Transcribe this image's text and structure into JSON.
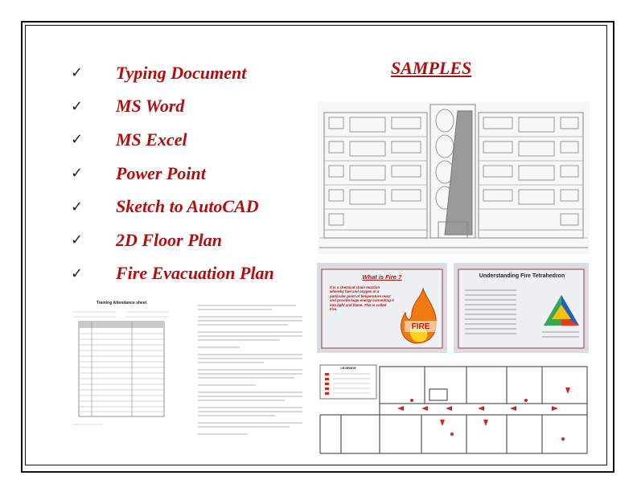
{
  "services": [
    {
      "label": "Typing Document"
    },
    {
      "label": "MS Word"
    },
    {
      "label": "MS Excel"
    },
    {
      "label": "Power Point"
    },
    {
      "label": "Sketch to AutoCAD"
    },
    {
      "label": "2D Floor Plan"
    },
    {
      "label": "Fire Evacuation Plan"
    }
  ],
  "check_glyph": "✓",
  "samples_title": "SAMPLES",
  "fire_card": {
    "title": "What is Fire ?",
    "text": "It is a chemical chain reaction whereby fuel and oxygen at a particular point of temperature react and provide huge energy converting it into light and flame. This is called Fire.",
    "badge": "FIRE"
  },
  "tetra_card": {
    "title": "Understanding Fire Tetrahedron"
  },
  "attendance_sheet": {
    "title": "Training Attendance sheet"
  },
  "floor_plan": {
    "legend_title": "LEGENDS"
  },
  "colors": {
    "accent": "#b30d0d",
    "card_bg": "#e8ecef",
    "card_border": "#9b3a3a"
  }
}
